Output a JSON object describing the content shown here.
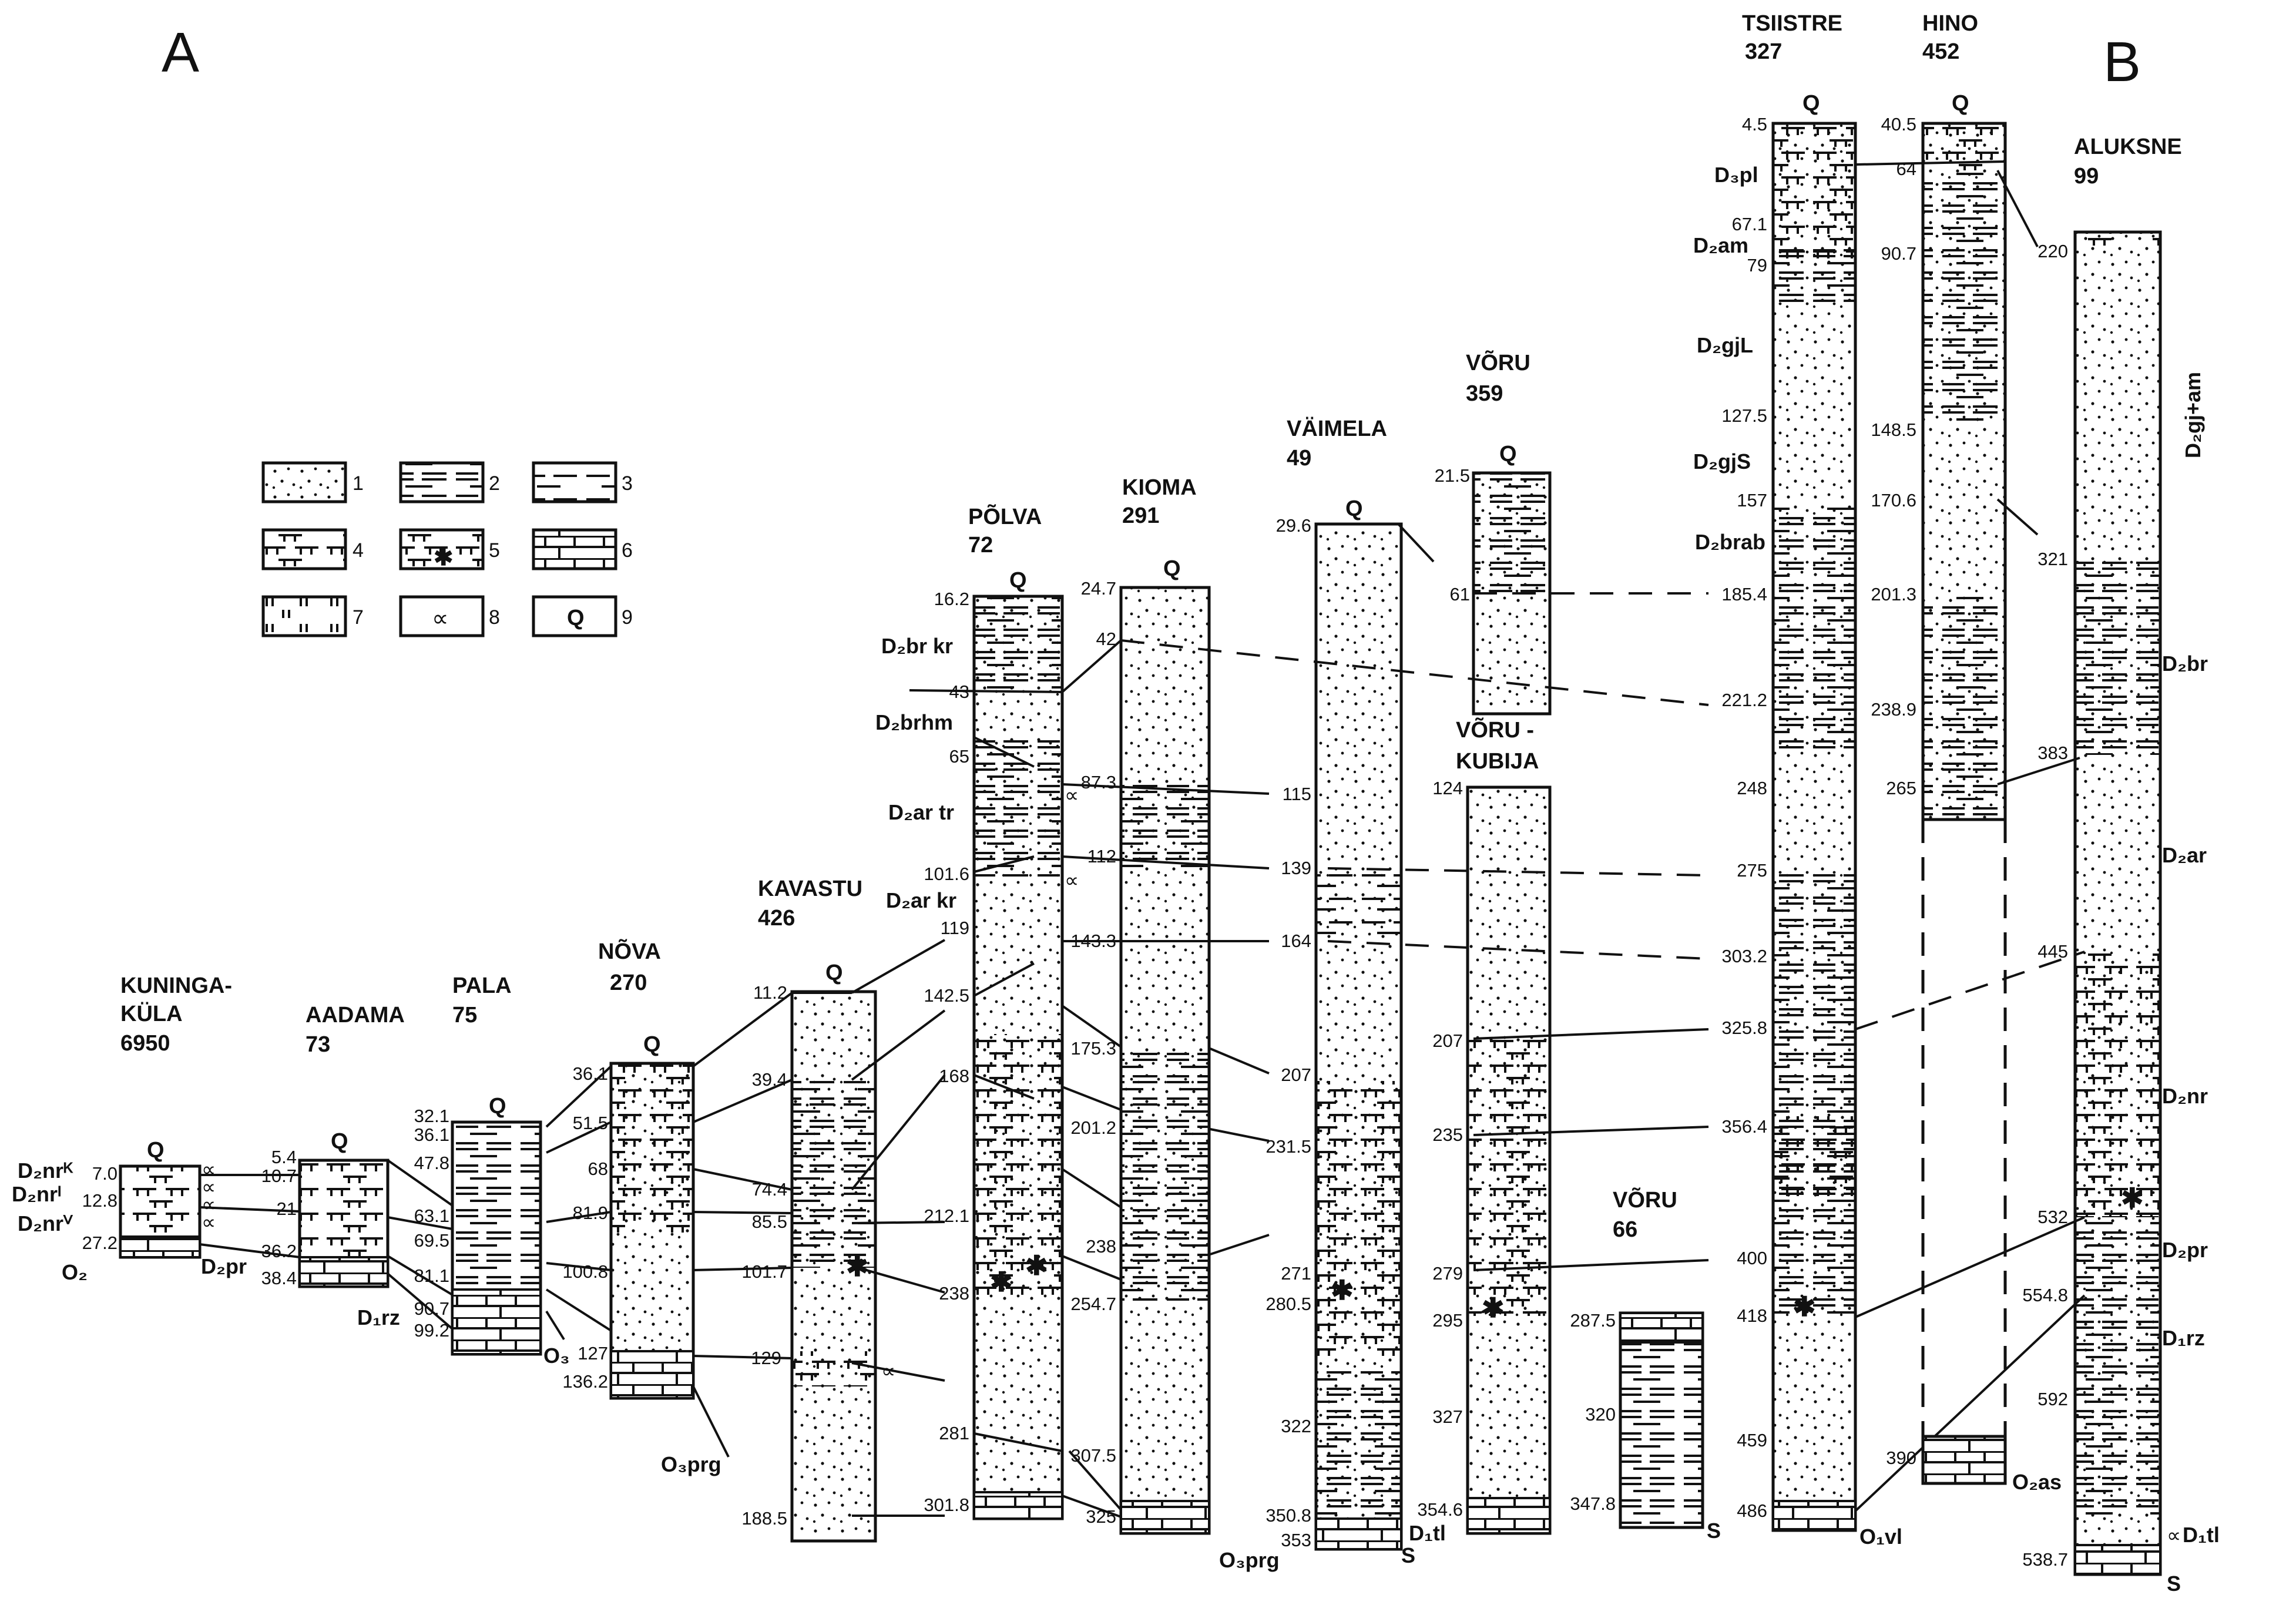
{
  "profile": {
    "start_label": "A",
    "end_label": "B"
  },
  "legend": [
    {
      "num": "1",
      "pattern": "sand",
      "glyph": ""
    },
    {
      "num": "2",
      "pattern": "clay",
      "glyph": ""
    },
    {
      "num": "3",
      "pattern": "silt",
      "glyph": ""
    },
    {
      "num": "4",
      "pattern": "marl",
      "glyph": ""
    },
    {
      "num": "5",
      "pattern": "marl_star",
      "glyph": ""
    },
    {
      "num": "6",
      "pattern": "carbonate",
      "glyph": ""
    },
    {
      "num": "7",
      "pattern": "dolomite",
      "glyph": ""
    },
    {
      "num": "8",
      "pattern": "fossil",
      "glyph": "∝"
    },
    {
      "num": "9",
      "pattern": "blank",
      "glyph": "Q"
    }
  ],
  "wells": [
    {
      "name": "KUNINGA-",
      "name2": "KÜLA",
      "id": "6950",
      "top": "Q",
      "depths_left": [
        "7.0",
        "12.8",
        "27.2"
      ],
      "depths_right": []
    },
    {
      "name": "AADAMA",
      "name2": "",
      "id": "73",
      "top": "Q",
      "depths_left": [
        "5.4"
      ],
      "depths_right": [
        "10.7",
        "21",
        "36.2",
        "38.4"
      ]
    },
    {
      "name": "PALA",
      "name2": "",
      "id": "75",
      "top": "Q",
      "depths_left": [
        "32.1",
        "36.1",
        "47.8",
        "63.1",
        "69.5",
        "81.1",
        "90.7",
        "99.2"
      ],
      "depths_right": []
    },
    {
      "name": "NÕVA",
      "name2": "",
      "id": "270",
      "top": "Q",
      "depths_left": [
        "36.1",
        "100.8",
        "136.2"
      ],
      "depths_right": [
        "51.5",
        "68",
        "81.9",
        "127"
      ]
    },
    {
      "name": "KAVASTU",
      "name2": "",
      "id": "426",
      "top": "Q",
      "depths_left": [
        "11.2",
        "39.4",
        "74.4",
        "85.5",
        "101.7",
        "129",
        "188.5"
      ],
      "depths_right": []
    },
    {
      "name": "PÕLVA",
      "name2": "",
      "id": "72",
      "top": "Q",
      "depths_left": [
        "16.2",
        "43",
        "65",
        "101.6",
        "119",
        "142.5",
        "168",
        "212.1",
        "238",
        "281",
        "301.8"
      ],
      "depths_right": []
    },
    {
      "name": "KIOMA",
      "name2": "",
      "id": "291",
      "top": "Q",
      "depths_left": [
        "24.7",
        "42",
        "87.3",
        "112",
        "143.3",
        "175.3",
        "201.2",
        "238",
        "254.7",
        "307.5",
        "325"
      ],
      "depths_right": []
    },
    {
      "name": "VÄIMELA",
      "name2": "",
      "id": "49",
      "top": "Q",
      "depths_left": [
        "29.6",
        "115",
        "139",
        "164",
        "207",
        "231.5",
        "271",
        "280.5",
        "322",
        "350.8",
        "353"
      ],
      "depths_right": []
    },
    {
      "name": "VÕRU",
      "name2": "",
      "id": "359",
      "top": "Q",
      "depths_left": [
        "21.5",
        "61"
      ],
      "depths_right": []
    },
    {
      "name": "VÕRU -",
      "name2": "KUBIJA",
      "id": "",
      "top": "",
      "depths_left": [
        "124",
        "207",
        "235",
        "279",
        "295",
        "327",
        "354.6"
      ],
      "depths_right": []
    },
    {
      "name": "VÕRU",
      "name2": "",
      "id": "66",
      "top": "",
      "depths_left": [
        "287.5",
        "320",
        "347.8"
      ],
      "depths_right": []
    },
    {
      "name": "TSIISTRE",
      "name2": "",
      "id": "327",
      "top": "Q",
      "depths_left": [
        "4.5",
        "67.1",
        "79",
        "127.5",
        "157",
        "185.4",
        "221.2",
        "248",
        "275",
        "303.2",
        "325.8",
        "356.4",
        "400",
        "418",
        "459",
        "486"
      ],
      "depths_right": []
    },
    {
      "name": "HINO",
      "name2": "",
      "id": "452",
      "top": "Q",
      "depths_left": [
        "40.5",
        "64",
        "90.7",
        "148.5",
        "170.6",
        "201.3",
        "238.9",
        "265",
        "390"
      ],
      "depths_right": []
    },
    {
      "name": "ALUKSNE",
      "name2": "",
      "id": "99",
      "top": "",
      "depths_left": [
        "220",
        "321",
        "383",
        "445",
        "532",
        "554.8",
        "592",
        "538.7"
      ],
      "depths_right": []
    }
  ],
  "stratigraphy_labels": [
    "D₂nrᴷ",
    "D₂nrᴵ",
    "D₂nrⱽ",
    "O₂",
    "D₂pr",
    "D₁rz",
    "O₃",
    "O₃prg",
    "D₂br kr",
    "D₂brhm",
    "D₂ar tr",
    "D₂ar kr",
    "O₃prg",
    "D₁tl",
    "S",
    "S",
    "D₃pl",
    "D₂am",
    "D₂gjL",
    "D₂gjS",
    "D₂brab",
    "O₁vl",
    "D₂gj+am",
    "D₂br",
    "D₂ar",
    "D₂nr",
    "D₂pr",
    "D₁rz",
    "O₂as",
    "D₁tl",
    "S"
  ]
}
